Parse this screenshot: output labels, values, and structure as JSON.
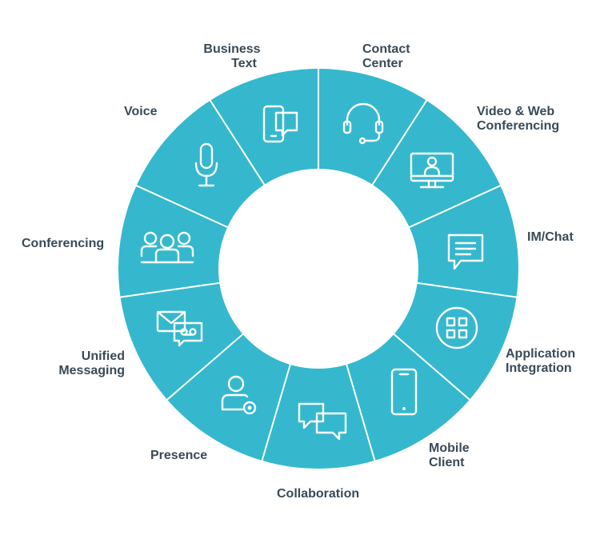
{
  "diagram": {
    "colors": {
      "ring": "#35b8cd",
      "divider": "#ffffff",
      "label": "#3a4a56",
      "background": "#ffffff"
    },
    "segments": [
      {
        "lines": [
          "Business",
          "Text"
        ],
        "icon": "business-text-icon"
      },
      {
        "lines": [
          "Contact",
          "Center"
        ],
        "icon": "headset-icon"
      },
      {
        "lines": [
          "Video & Web",
          "Conferencing"
        ],
        "icon": "monitor-presenter-icon"
      },
      {
        "lines": [
          "IM/Chat"
        ],
        "icon": "chat-bubble-icon"
      },
      {
        "lines": [
          "Application",
          "Integration"
        ],
        "icon": "app-grid-icon"
      },
      {
        "lines": [
          "Mobile",
          "Client"
        ],
        "icon": "mobile-phone-icon"
      },
      {
        "lines": [
          "Collaboration"
        ],
        "icon": "collaboration-bubbles-icon"
      },
      {
        "lines": [
          "Presence"
        ],
        "icon": "presence-user-icon"
      },
      {
        "lines": [
          "Unified",
          "Messaging"
        ],
        "icon": "envelope-voicemail-icon"
      },
      {
        "lines": [
          "Conferencing"
        ],
        "icon": "group-people-icon"
      },
      {
        "lines": [
          "Voice"
        ],
        "icon": "microphone-icon"
      }
    ]
  }
}
